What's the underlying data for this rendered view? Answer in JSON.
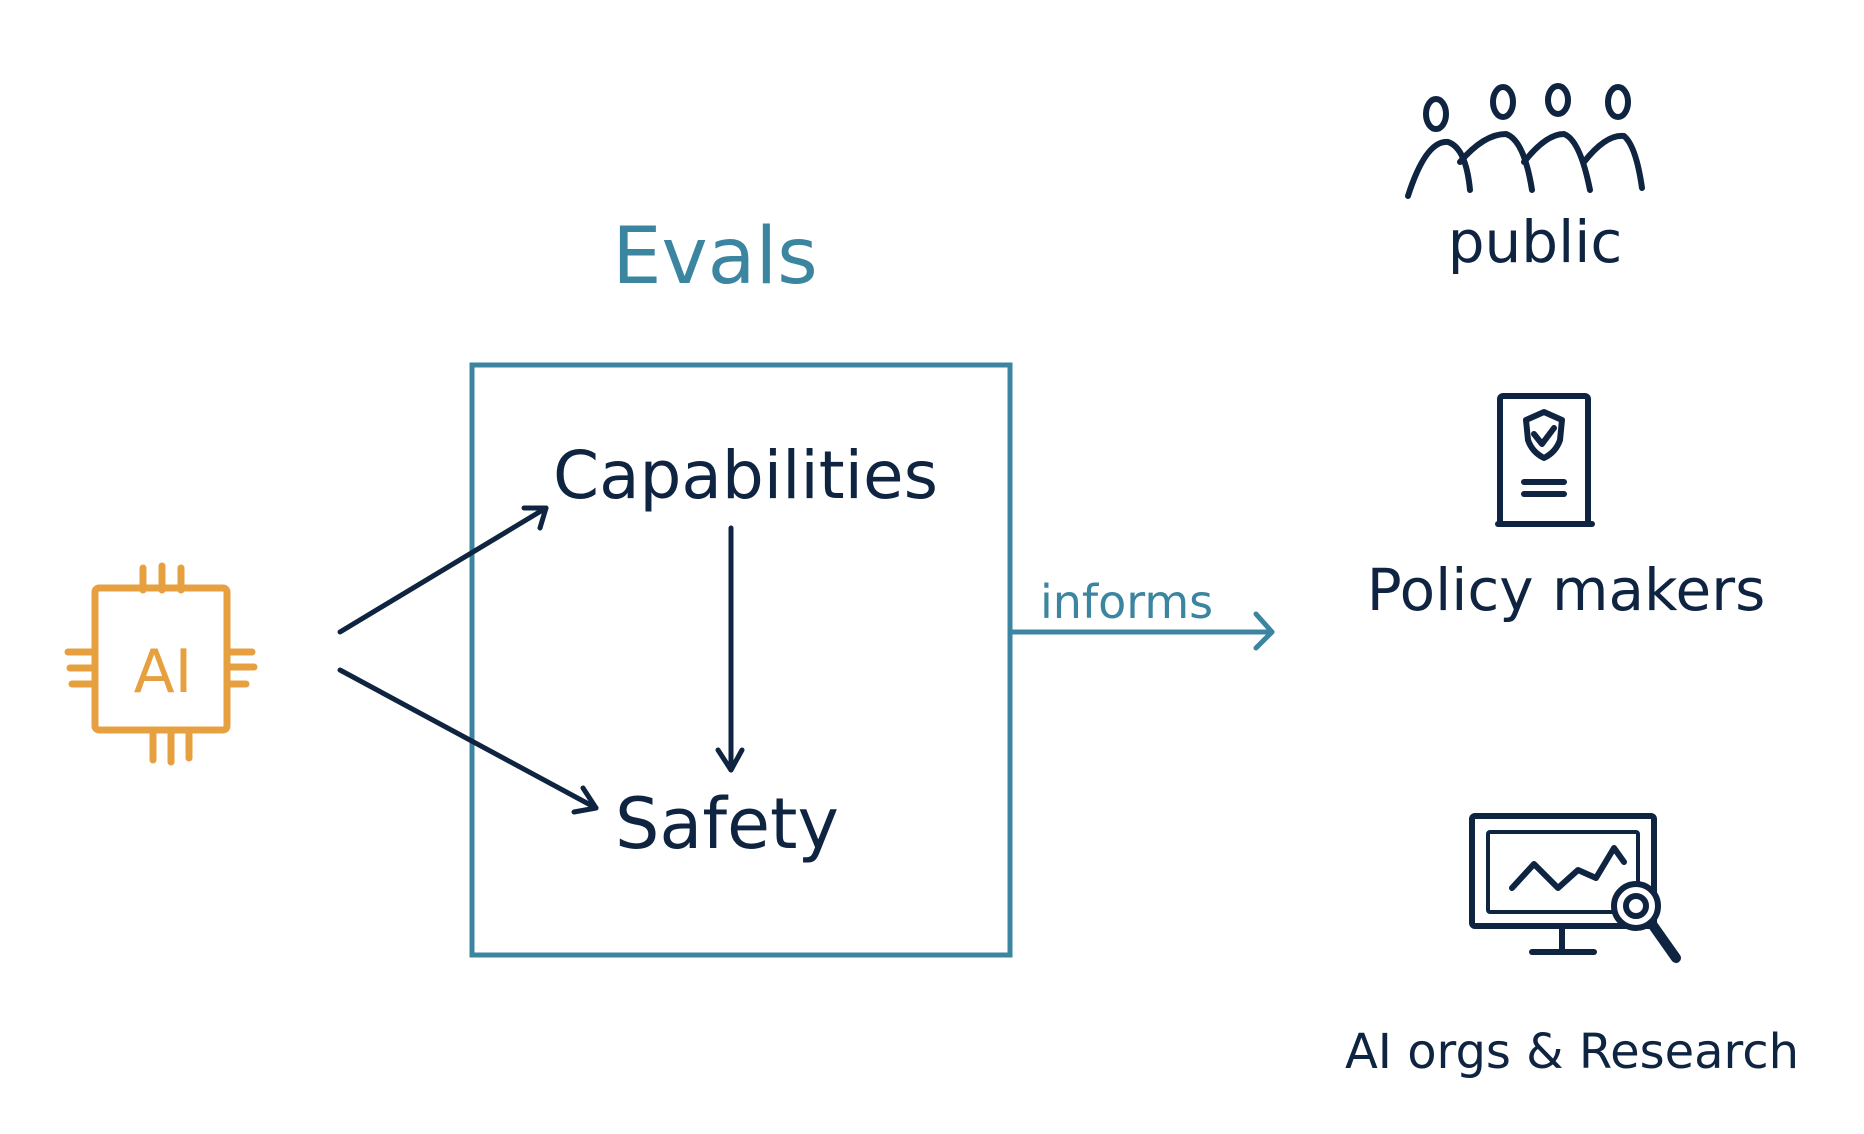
{
  "diagram": {
    "title": "Evals",
    "chip_label": "AI",
    "box_items": {
      "top": "Capabilities",
      "bottom": "Safety"
    },
    "edge_label": "informs",
    "audiences": [
      {
        "label": "public",
        "icon": "people-icon"
      },
      {
        "label": "Policy makers",
        "icon": "policy-document-icon"
      },
      {
        "label": "AI orgs & Research",
        "icon": "monitor-magnifier-icon"
      }
    ]
  },
  "colors": {
    "ink": "#0f2440",
    "teal": "#3b85a0",
    "orange": "#e6a040",
    "background": "#ffffff"
  }
}
